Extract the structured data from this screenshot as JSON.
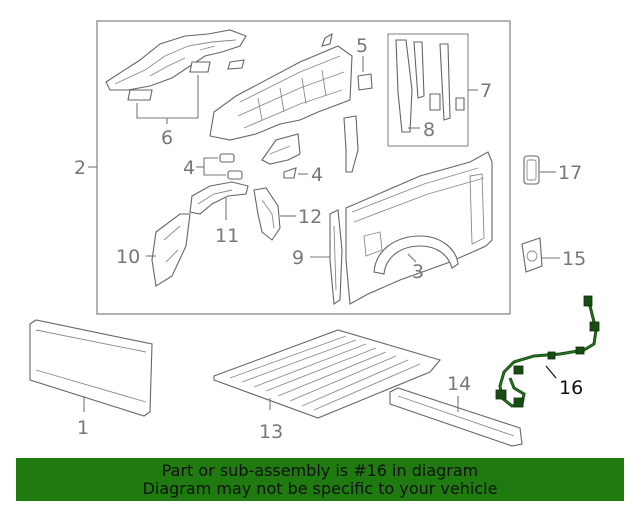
{
  "callouts": {
    "c1": "1",
    "c2": "2",
    "c3": "3",
    "c4a": "4",
    "c4b": "4",
    "c5": "5",
    "c6": "6",
    "c7": "7",
    "c8": "8",
    "c9": "9",
    "c10": "10",
    "c11": "11",
    "c12": "12",
    "c13": "13",
    "c14": "14",
    "c15": "15",
    "c16": "16",
    "c17": "17"
  },
  "banner": {
    "line1": "Part or sub-assembly is #16 in diagram",
    "line2": "Diagram may not be specific to your vehicle",
    "background": "#1f7a0f"
  },
  "colors": {
    "highlight_part": "#174d12",
    "line_art": "#666666",
    "callout_text": "#777777"
  }
}
